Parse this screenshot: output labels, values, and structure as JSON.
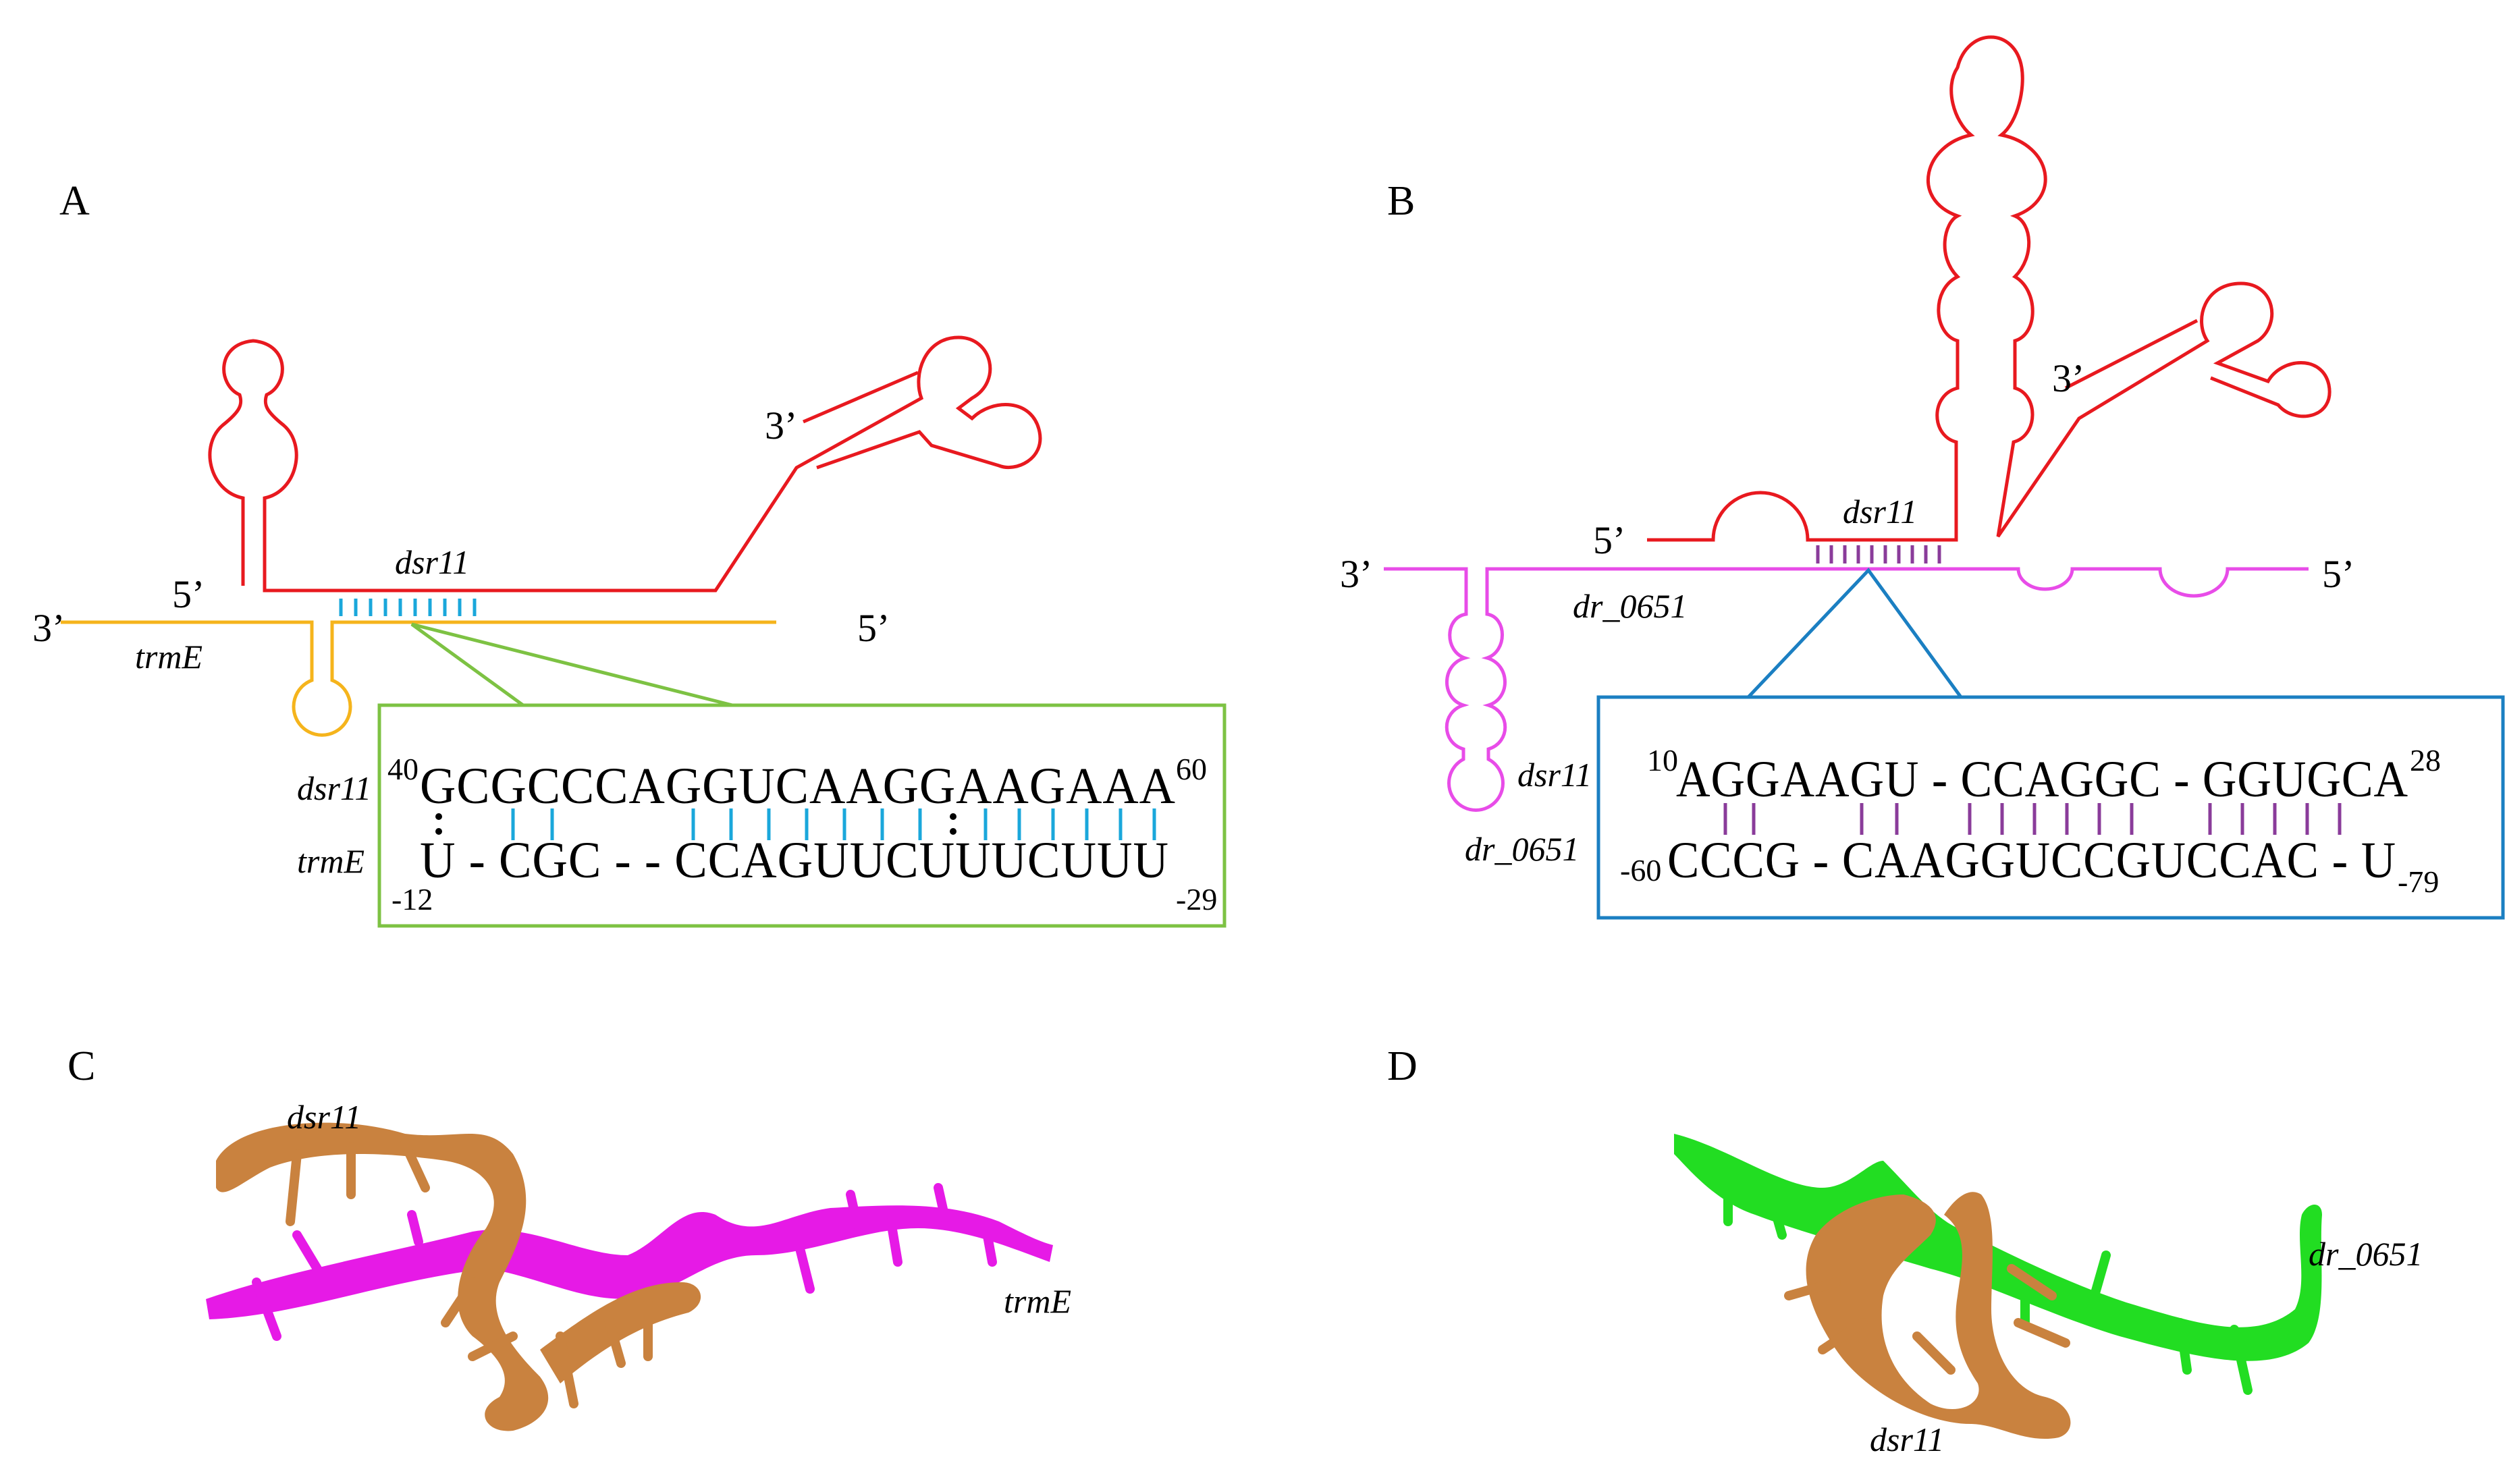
{
  "panel_a": {
    "label": "A",
    "srna_name": "dsr11",
    "target_name": "trmE",
    "srna_5prime": "5’",
    "srna_3prime": "3’",
    "target_3prime": "3’",
    "target_5prime": "5’",
    "box_srna_label": "dsr11",
    "box_target_label": "trmE",
    "srna_start": "40",
    "srna_seq": "GCGCCCAGGUCAAGGAAGAAA",
    "srna_end": "60",
    "target_start": "-12",
    "target_seq": "U - CGC - - CCAGUUCUUUCUUU",
    "target_end": "-29",
    "pairing_symbols": ":  :",
    "srna_color": "#e8191f",
    "target_color": "#f5b41c",
    "pair_color": "#1aa7db",
    "box_color": "#7dc243"
  },
  "panel_b": {
    "label": "B",
    "srna_name": "dsr11",
    "target_name": "dr_0651",
    "srna_5prime": "5’",
    "srna_3prime": "3’",
    "target_3prime": "3’",
    "target_5prime": "5’",
    "box_srna_label": "dsr11",
    "box_target_label": "dr_0651",
    "srna_start": "10",
    "srna_seq": "AGGAAGU - CCAGGC - GGUGCA",
    "srna_end": "28",
    "target_start": "-60",
    "target_seq": "CCCG - CAAGGUCCGUCCAC - U",
    "target_end": "-79",
    "srna_color": "#e8191f",
    "target_color": "#e84ce8",
    "pair_color": "#8a3c9a",
    "box_color": "#1b7fc2"
  },
  "panel_c": {
    "label": "C",
    "srna_name": "dsr11",
    "target_name": "trmE",
    "srna_color": "#c9823f",
    "target_color": "#e61ae6"
  },
  "panel_d": {
    "label": "D",
    "srna_name": "dsr11",
    "target_name": "dr_0651",
    "srna_color": "#c9823f",
    "target_color": "#22dd22"
  }
}
